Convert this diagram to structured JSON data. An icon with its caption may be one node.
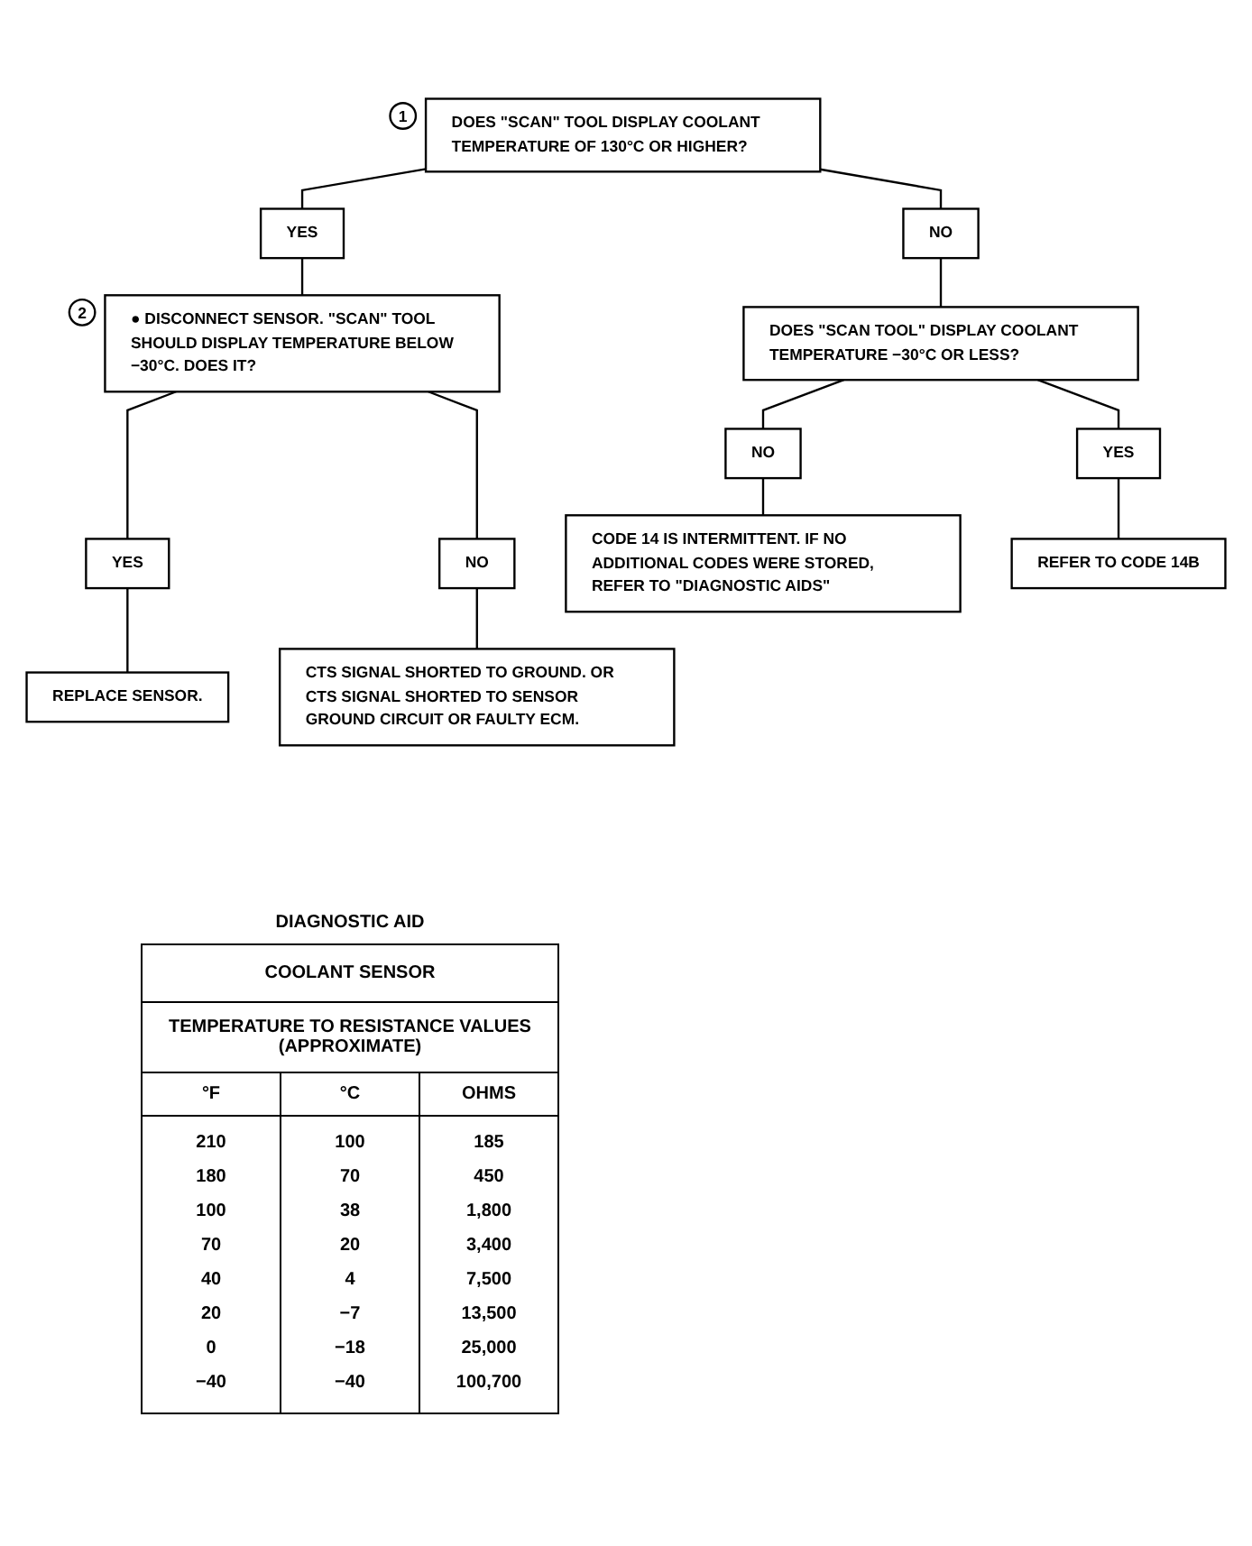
{
  "diagram": {
    "nodes": [
      {
        "text": [
          "DOES \"SCAN\" TOOL DISPLAY COOLANT TEMPERATURE OF 130°C OR HIGHER?"
        ],
        "beside": [
          "1"
        ]
      },
      {
        "text": [
          "YES"
        ]
      },
      {
        "text": [
          "NO"
        ]
      },
      {
        "text": [
          "● DISCONNECT SENSOR. \"SCAN\" TOOL SHOULD DISPLAY TEMPERATURE BELOW −30°C. DOES IT?"
        ],
        "beside": [
          "2"
        ]
      },
      {
        "text": [
          "DOES \"SCAN TOOL\" DISPLAY COOLANT TEMPERATURE −30°C OR LESS?"
        ]
      },
      {
        "text": [
          "NO"
        ]
      },
      {
        "text": [
          "YES"
        ]
      },
      {
        "text": [
          "CODE 14 IS INTERMITTENT. IF NO ADDITIONAL CODES WERE STORED, REFER TO \"DIAGNOSTIC AIDS\""
        ]
      },
      {
        "text": [
          "REFER TO CODE 14B"
        ]
      },
      {
        "text": [
          "YES"
        ]
      },
      {
        "text": [
          "NO"
        ]
      },
      {
        "text": [
          "REPLACE SENSOR."
        ]
      },
      {
        "text": [
          "CTS SIGNAL SHORTED TO GROUND. OR CTS SIGNAL SHORTED TO SENSOR GROUND CIRCUIT OR FAULTY ECM."
        ]
      }
    ],
    "edges": [
      {
        "from": 0,
        "to": 1,
        "arrow": "none"
      },
      {
        "from": 0,
        "to": 2,
        "arrow": "none"
      },
      {
        "from": 1,
        "to": 3,
        "arrow": "none"
      },
      {
        "from": 2,
        "to": 4,
        "arrow": "none"
      },
      {
        "from": 4,
        "to": 5,
        "arrow": "none"
      },
      {
        "from": 4,
        "to": 6,
        "arrow": "none"
      },
      {
        "from": 5,
        "to": 7,
        "arrow": "none"
      },
      {
        "from": 6,
        "to": 8,
        "arrow": "none"
      },
      {
        "from": 3,
        "to": 9,
        "arrow": "none"
      },
      {
        "from": 3,
        "to": 10,
        "arrow": "none"
      },
      {
        "from": 9,
        "to": 11,
        "arrow": "none"
      },
      {
        "from": 10,
        "to": 12,
        "arrow": "none"
      }
    ],
    "labels": [
      "DIAGNOSTIC AID",
      "COOLANT SENSOR",
      "TEMPERATURE TO RESISTANCE VALUES (APPROXIMATE)",
      "°F",
      "°C",
      "OHMS",
      "210",
      "100",
      "185",
      "180",
      "70",
      "450",
      "100",
      "38",
      "1,800",
      "70",
      "20",
      "3,400",
      "40",
      "4",
      "7,500",
      "20",
      "−7",
      "13,500",
      "0",
      "−18",
      "25,000",
      "−40",
      "−40",
      "100,700"
    ]
  }
}
